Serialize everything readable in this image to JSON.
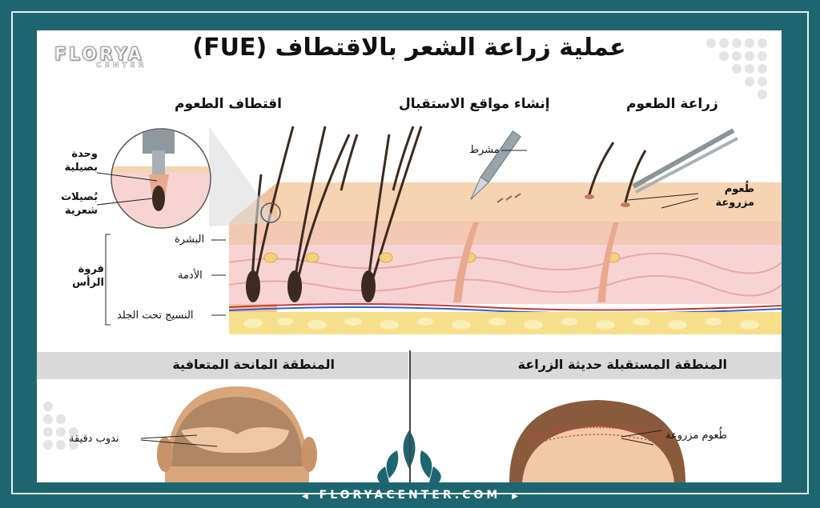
{
  "title": "عملية زراعة الشعر بالاقتطاف (FUE)",
  "logo": {
    "name": "FLORYA",
    "sub": "CENTER"
  },
  "steps": {
    "harvest": "اقتطاف الطعوم",
    "sites": "إنشاء مواقع الاستقبال",
    "implant": "زراعة الطعوم"
  },
  "labels": {
    "follicular_unit": "وحدة بصيلية",
    "follicles": "بُصيلات شعرية",
    "scalp": "فروة الرأس",
    "epidermis": "البشرة",
    "dermis": "الأدمة",
    "subcutaneous": "النسيج تحت الجلد",
    "scalpel": "مشرط",
    "implanted_grafts": "طُعوم مزروعة",
    "tiny_scars": "ندوب دقيقة",
    "implanted_grafts_2": "طُعوم مزروعة"
  },
  "sections": {
    "donor": "المنطقة المانحة المتعافية",
    "recipient": "المنطقة المستقبلة حديثة الزراعة"
  },
  "footer": "FLORYACENTER.COM",
  "colors": {
    "frame": "#1d6671",
    "skin": "#f2c9a0",
    "dermis": "#f6cfcf",
    "fat": "#f4dc86",
    "hair": "#3b2a20"
  }
}
